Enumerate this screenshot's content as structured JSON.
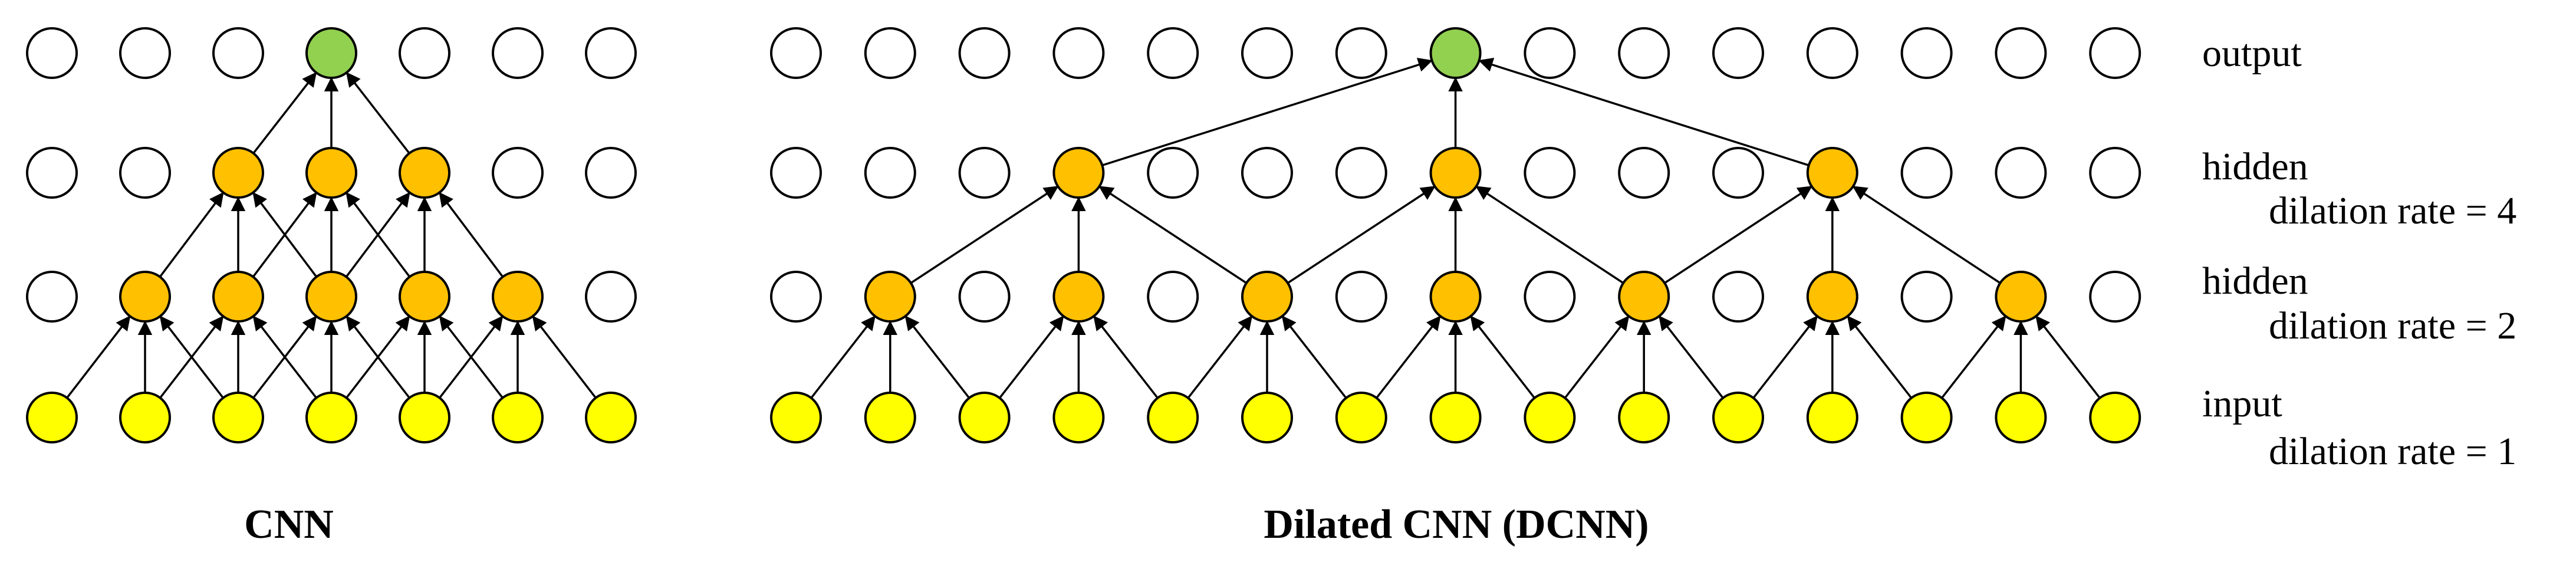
{
  "colors": {
    "input": "#FFFF00",
    "hidden": "#FFC000",
    "output": "#92D050",
    "empty": "#FFFFFF",
    "stroke": "#000000"
  },
  "cnn": {
    "caption": "CNN",
    "nodes_per_layer": 7,
    "active": {
      "input": [
        0,
        1,
        2,
        3,
        4,
        5,
        6
      ],
      "hidden1": [
        1,
        2,
        3,
        4,
        5
      ],
      "hidden2": [
        2,
        3,
        4
      ],
      "output": [
        3
      ]
    },
    "kernel": 3,
    "dilations": [
      1,
      1,
      1
    ]
  },
  "dcnn": {
    "caption": "Dilated CNN (DCNN)",
    "nodes_per_layer": 15,
    "active": {
      "input": [
        0,
        1,
        2,
        3,
        4,
        5,
        6,
        7,
        8,
        9,
        10,
        11,
        12,
        13,
        14
      ],
      "hidden1": [
        1,
        3,
        5,
        7,
        9,
        11,
        13
      ],
      "hidden2": [
        3,
        7,
        11
      ],
      "output": [
        7
      ]
    },
    "kernel": 3,
    "dilations": [
      1,
      2,
      4
    ]
  },
  "labels": {
    "output": "output",
    "hidden2": "hidden",
    "hidden2_rate": "dilation rate = 4",
    "hidden1": "hidden",
    "hidden1_rate": "dilation rate = 2",
    "input": "input",
    "input_rate": "dilation rate = 1"
  },
  "icons": {
    "node": "circle",
    "edge": "arrow"
  }
}
